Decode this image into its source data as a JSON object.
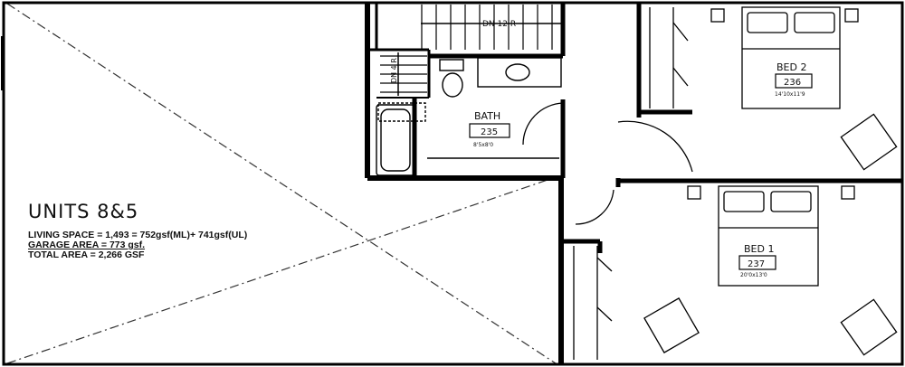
{
  "units": {
    "title": "UNITS 8&5",
    "living_space": "LIVING SPACE = 1,493 = 752gsf(ML)+ 741gsf(UL)",
    "garage_area": "GARAGE AREA = 773 gsf.",
    "total_area": "TOTAL AREA = 2,266 GSF"
  },
  "rooms": {
    "bath": {
      "name": "BATH",
      "number": "235",
      "size": "8'5x8'0"
    },
    "bed2": {
      "name": "BED 2",
      "number": "236",
      "size": "14'10x11'9"
    },
    "bed1": {
      "name": "BED 1",
      "number": "237",
      "size": "20'0x13'0"
    }
  },
  "stairs": {
    "down_label": "DN 12 R",
    "down_label_side": "DN 4 R"
  }
}
